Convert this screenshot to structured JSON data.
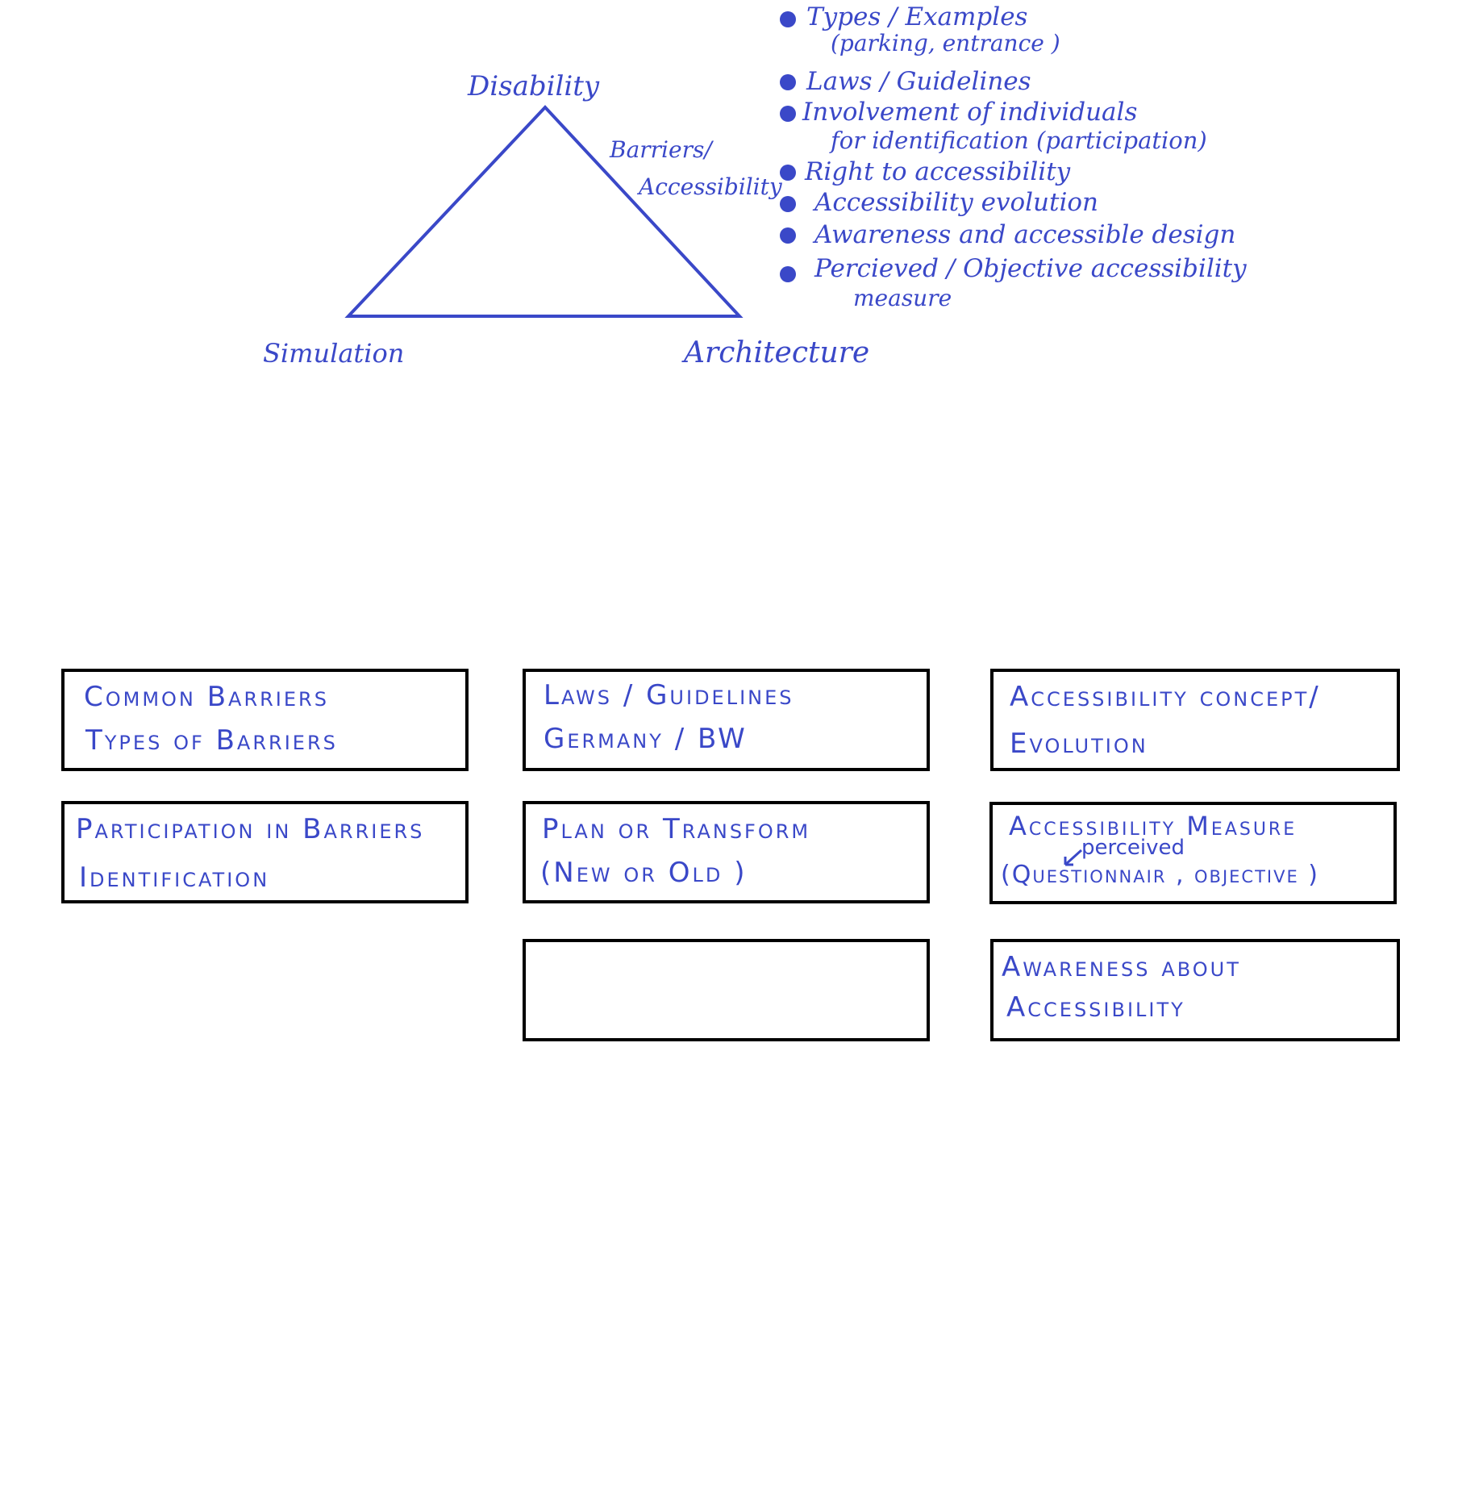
{
  "diagram": {
    "vertices": {
      "top": "Disability",
      "left": "Simulation",
      "right": "Architecture"
    },
    "edge_label_right": [
      "Barriers/",
      "Accessibility"
    ],
    "ink_color": "#3a48c8"
  },
  "notes": [
    {
      "line1": "Types / Examples",
      "line2": "(parking, entrance )"
    },
    {
      "line1": "Laws / Guidelines",
      "line2": ""
    },
    {
      "line1": "Involvement of individuals",
      "line2": "for identification (participation)"
    },
    {
      "line1": "Right to accessibility",
      "line2": ""
    },
    {
      "line1": "Accessibility evolution",
      "line2": ""
    },
    {
      "line1": "Awareness and accessible design",
      "line2": ""
    },
    {
      "line1": "Percieved / Objective accessibility",
      "line2": "measure"
    }
  ],
  "boxes": {
    "common_barriers": {
      "line1": "Common Barriers",
      "line2": "Types of Barriers"
    },
    "laws": {
      "line1": "Laws / Guidelines",
      "line2": "Germany / BW"
    },
    "concept": {
      "line1": "Accessibility concept/",
      "line2": "Evolution"
    },
    "participation": {
      "line1": "Participation in Barriers",
      "line2": "Identification"
    },
    "plan": {
      "line1": "Plan or Transform",
      "line2": "(New or Old )"
    },
    "measure": {
      "line1": "Accessibility Measure",
      "annotation": "perceived",
      "line2": "(Questionnair , objective )"
    },
    "empty": {
      "line1": "",
      "line2": ""
    },
    "awareness": {
      "line1": "Awareness about",
      "line2": "Accessibility"
    }
  }
}
